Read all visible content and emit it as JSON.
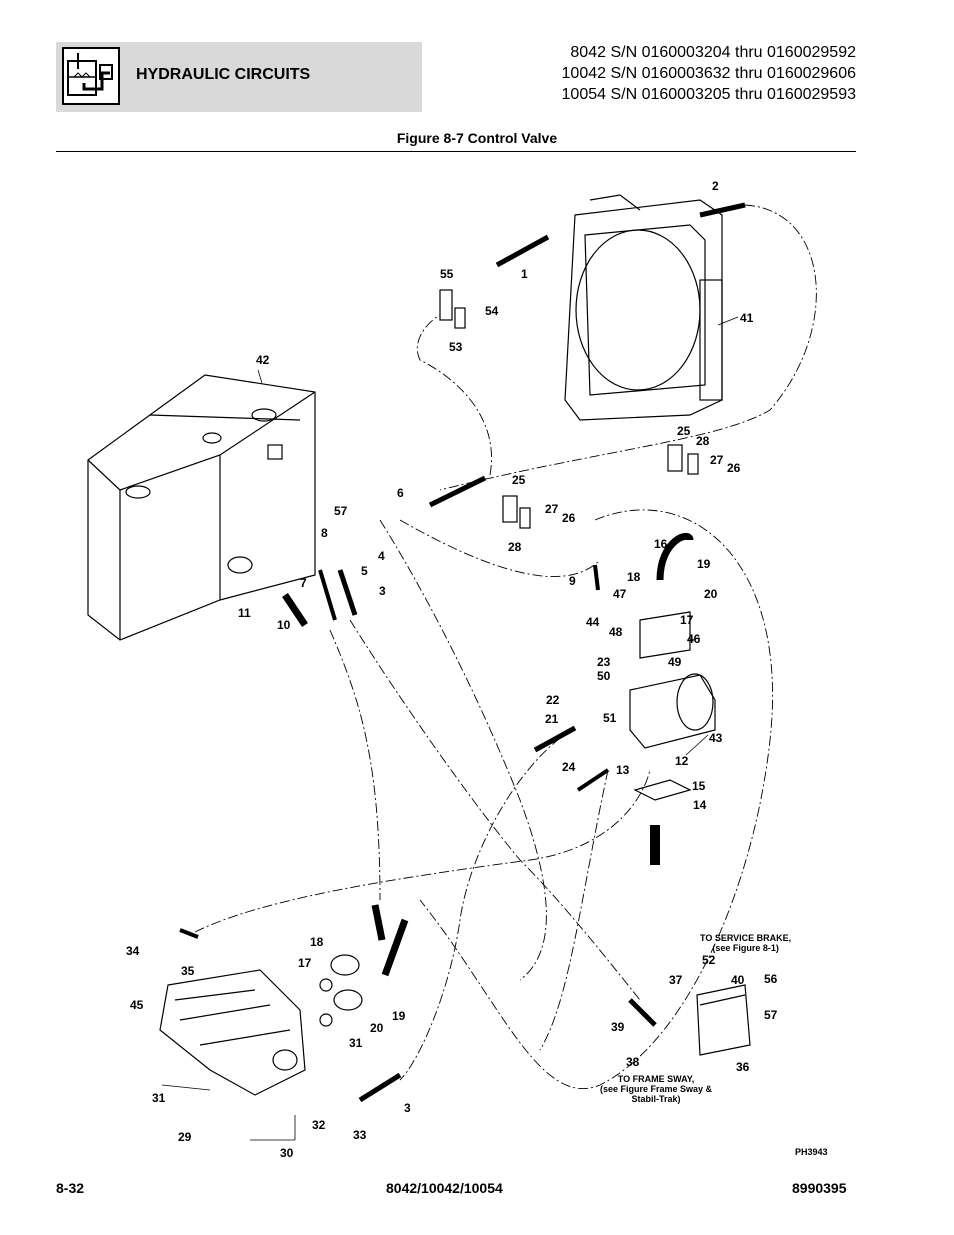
{
  "header": {
    "section_title": "HYDRAULIC CIRCUITS",
    "serials": [
      "8042 S/N 0160003204 thru 0160029592",
      "10042 S/N 0160003632 thru 0160029606",
      "10054 S/N 0160003205 thru 0160029593"
    ],
    "icon": "hydraulic-circuit-icon"
  },
  "figure": {
    "title": "Figure 8-7 Control Valve",
    "photo_id": "PH3943",
    "notes": {
      "service_brake_1": "TO SERVICE BRAKE,",
      "service_brake_2": "(see Figure 8-1)",
      "frame_sway_1": "TO FRAME SWAY,",
      "frame_sway_2": "(see Figure Frame Sway &",
      "frame_sway_3": "Stabil-Trak)"
    },
    "callouts": [
      "2",
      "1",
      "55",
      "54",
      "53",
      "41",
      "42",
      "25",
      "28",
      "27",
      "26",
      "6",
      "57",
      "8",
      "4",
      "5",
      "3",
      "7",
      "11",
      "10",
      "25",
      "27",
      "26",
      "28",
      "16",
      "19",
      "9",
      "18",
      "47",
      "20",
      "44",
      "17",
      "48",
      "46",
      "23",
      "50",
      "49",
      "22",
      "51",
      "21",
      "43",
      "24",
      "12",
      "13",
      "15",
      "14",
      "34",
      "18",
      "35",
      "17",
      "45",
      "19",
      "20",
      "31",
      "31",
      "3",
      "29",
      "32",
      "33",
      "30",
      "52",
      "37",
      "40",
      "56",
      "57",
      "39",
      "38",
      "36"
    ]
  },
  "footer": {
    "page_number": "8-32",
    "models": "8042/10042/10054",
    "doc_number": "8990395"
  }
}
